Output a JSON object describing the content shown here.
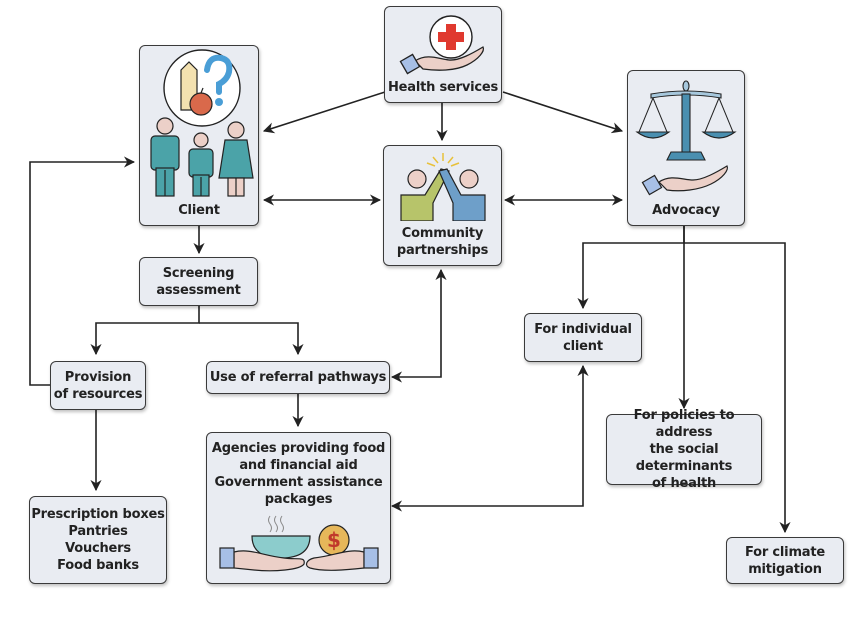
{
  "diagram": {
    "nodes": {
      "health_services": {
        "label": "Health services",
        "icon": "hand-with-red-cross-icon"
      },
      "client": {
        "label": "Client",
        "icon": "family-with-food-question-icon"
      },
      "community_partnerships": {
        "label_line1": "Community",
        "label_line2": "partnerships",
        "icon": "high-five-icon"
      },
      "advocacy": {
        "label": "Advocacy",
        "icon": "scales-of-justice-on-hand-icon"
      },
      "screening_assessment": {
        "label_line1": "Screening",
        "label_line2": "assessment"
      },
      "provision_of_resources": {
        "label_line1": "Provision",
        "label_line2": "of resources"
      },
      "use_of_referral_pathways": {
        "label": "Use of referral pathways"
      },
      "agencies": {
        "lines": [
          "Agencies providing food",
          "and financial aid",
          "Government assistance",
          "packages"
        ],
        "icon": "hands-giving-food-and-money-icon"
      },
      "resources_list": {
        "lines": [
          "Prescription boxes",
          "Pantries",
          "Vouchers",
          "Food banks"
        ]
      },
      "for_individual_client": {
        "label_line1": "For individual",
        "label_line2": "client"
      },
      "for_policies": {
        "lines": [
          "For policies to address",
          "the social determinants",
          "of health"
        ]
      },
      "for_climate": {
        "label_line1": "For climate",
        "label_line2": "mitigation"
      }
    },
    "edges": [
      {
        "from": "Health services",
        "to": "Client",
        "type": "arrow"
      },
      {
        "from": "Health services",
        "to": "Community partnerships",
        "type": "arrow"
      },
      {
        "from": "Health services",
        "to": "Advocacy",
        "type": "arrow"
      },
      {
        "from": "Client",
        "to": "Community partnerships",
        "type": "bidirectional"
      },
      {
        "from": "Community partnerships",
        "to": "Advocacy",
        "type": "bidirectional"
      },
      {
        "from": "Client",
        "to": "Screening assessment",
        "type": "arrow"
      },
      {
        "from": "Screening assessment",
        "to": "Provision of resources",
        "type": "arrow"
      },
      {
        "from": "Screening assessment",
        "to": "Use of referral pathways",
        "type": "arrow"
      },
      {
        "from": "Provision of resources",
        "to": "Client",
        "type": "arrow"
      },
      {
        "from": "Provision of resources",
        "to": "Prescription boxes / Pantries / Vouchers / Food banks",
        "type": "arrow"
      },
      {
        "from": "Use of referral pathways",
        "to": "Agencies providing food and financial aid",
        "type": "arrow"
      },
      {
        "from": "Use of referral pathways",
        "to": "Community partnerships",
        "type": "bidirectional"
      },
      {
        "from": "Advocacy",
        "to": "For individual client",
        "type": "arrow"
      },
      {
        "from": "Advocacy",
        "to": "For policies to address the social determinants of health",
        "type": "arrow"
      },
      {
        "from": "Advocacy",
        "to": "For climate mitigation",
        "type": "arrow"
      },
      {
        "from": "Agencies providing food and financial aid",
        "to": "For individual client",
        "type": "bidirectional"
      }
    ],
    "colors": {
      "box_fill": "#e9ecf2",
      "box_border": "#3a3a3a",
      "teal_figure": "#4ba3a8",
      "skin": "#ecd0c8",
      "red_cross": "#e0392f",
      "green_figure": "#b7c46a",
      "blue_figure": "#6e9fc9",
      "scale_blue": "#4a8fb0",
      "gold_coin": "#e6b75a",
      "bowl_teal": "#8ccccc",
      "apple": "#d9694b",
      "carton": "#f3e1b0",
      "question_blue": "#4a9ed6"
    }
  }
}
